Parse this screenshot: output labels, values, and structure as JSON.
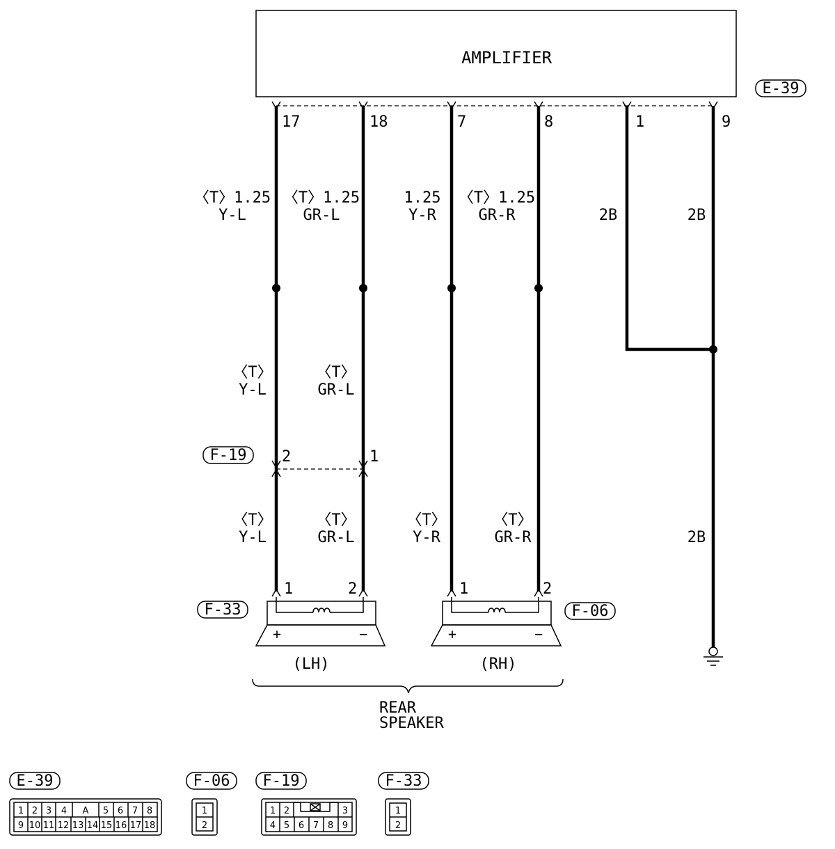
{
  "amplifier": {
    "label": "AMPLIFIER",
    "connector": "E-39"
  },
  "pins_top": [
    "17",
    "18",
    "7",
    "8",
    "1",
    "9"
  ],
  "wire_labels_top": [
    {
      "spec": "〈T〉1.25",
      "color": "Y-L"
    },
    {
      "spec": "〈T〉1.25",
      "color": "GR-L"
    },
    {
      "spec": "1.25",
      "color": "Y-R"
    },
    {
      "spec": "〈T〉1.25",
      "color": "GR-R"
    },
    {
      "color": "2B"
    },
    {
      "color": "2B"
    }
  ],
  "wire_labels_mid": [
    {
      "spec": "〈T〉",
      "color": "Y-L"
    },
    {
      "spec": "〈T〉",
      "color": "GR-L"
    }
  ],
  "f19": {
    "label": "F-19",
    "pin_left": "2",
    "pin_right": "1"
  },
  "wire_labels_low": [
    {
      "spec": "〈T〉",
      "color": "Y-L"
    },
    {
      "spec": "〈T〉",
      "color": "GR-L"
    },
    {
      "spec": "〈T〉",
      "color": "Y-R"
    },
    {
      "spec": "〈T〉",
      "color": "GR-R"
    },
    {
      "color": "2B"
    }
  ],
  "speaker_lh": {
    "connector": "F-33",
    "pin_plus": "1",
    "pin_minus": "2",
    "plus": "+",
    "minus": "−",
    "side": "(LH)"
  },
  "speaker_rh": {
    "connector": "F-06",
    "pin_plus": "1",
    "pin_minus": "2",
    "plus": "+",
    "minus": "−",
    "side": "(RH)"
  },
  "rear_speaker": {
    "line1": "REAR",
    "line2": "SPEAKER"
  },
  "legend": {
    "e39": {
      "label": "E-39",
      "row1": [
        "1",
        "2",
        "3",
        "4",
        "A",
        "5",
        "6",
        "7",
        "8"
      ],
      "row2": [
        "9",
        "10",
        "11",
        "12",
        "13",
        "14",
        "15",
        "16",
        "17",
        "18"
      ]
    },
    "f06": {
      "label": "F-06",
      "cells": [
        "1",
        "2"
      ]
    },
    "f19": {
      "label": "F-19",
      "row1": [
        "1",
        "2",
        "3"
      ],
      "row2": [
        "4",
        "5",
        "6",
        "7",
        "8",
        "9"
      ]
    },
    "f33": {
      "label": "F-33",
      "cells": [
        "1",
        "2"
      ]
    }
  }
}
